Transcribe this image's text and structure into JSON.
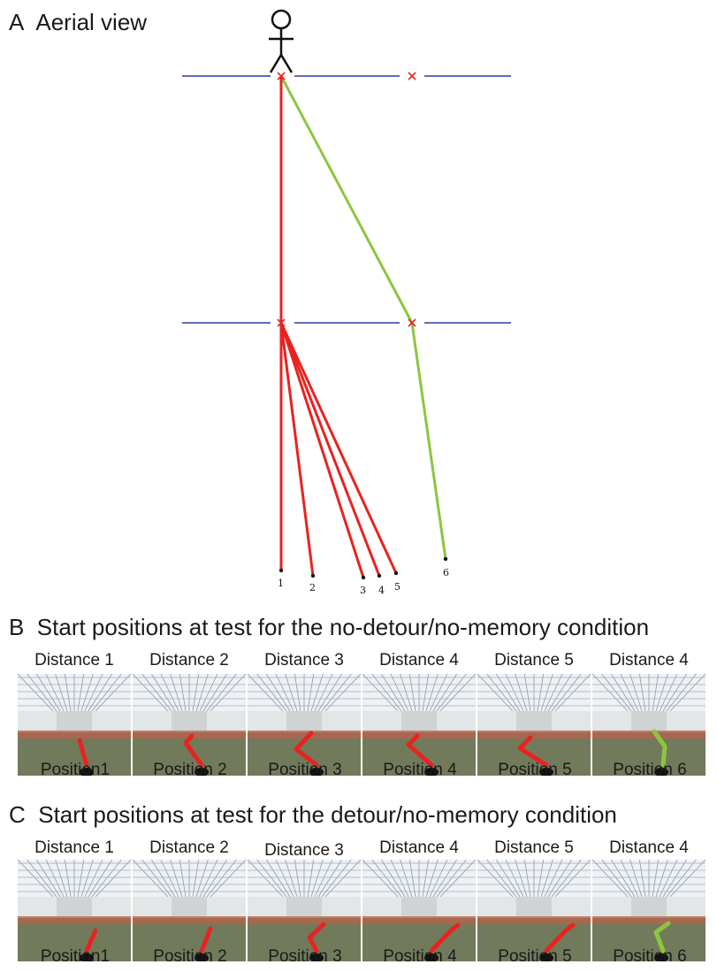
{
  "panel_a": {
    "letter": "A",
    "title": "Aerial view",
    "endpoint_labels": [
      "1",
      "2",
      "3",
      "4",
      "5",
      "6"
    ]
  },
  "panel_b": {
    "letter": "B",
    "title": "Start positions at test for the no-detour/no-memory condition",
    "distances": [
      "Distance 1",
      "Distance 2",
      "Distance 3",
      "Distance 4",
      "Distance 5",
      "Distance 4"
    ],
    "positions": [
      "Position1",
      "Position 2",
      "Position 3",
      "Position 4",
      "Position 5",
      "Position 6"
    ]
  },
  "panel_c": {
    "letter": "C",
    "title": "Start positions at test for the detour/no-memory condition",
    "distances": [
      "Distance 1",
      "Distance 2",
      "Distance 3",
      "Distance 4",
      "Distance 5",
      "Distance 4"
    ],
    "positions": [
      "Position1",
      "Position 2",
      "Position 3",
      "Position 4",
      "Position 5",
      "Position 6"
    ]
  },
  "colors": {
    "red_path": "#e8231f",
    "green_path": "#8cc63f",
    "wall_line": "#2b3a9e",
    "marker": "#e8231f"
  }
}
